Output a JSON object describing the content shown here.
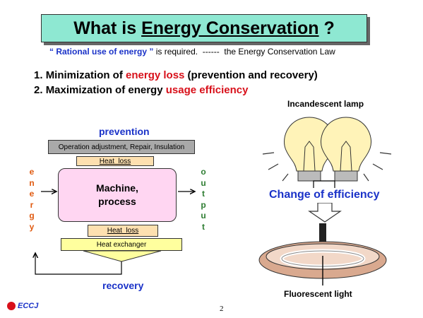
{
  "title": {
    "prefix": "What is ",
    "highlight": "Energy Conservation",
    "suffix": " ?"
  },
  "subtitle": {
    "quoted": "“ Rational use of energy ”",
    "rest": " is required.  ------  the Energy Conservation Law"
  },
  "points": [
    {
      "num": "1.",
      "text": "Minimization of ",
      "highlight": "energy loss",
      "rest": " (prevention and recovery)"
    },
    {
      "num": "2.",
      "text": "Maximization of energy ",
      "highlight": "usage efficiency",
      "rest": ""
    }
  ],
  "diagram": {
    "prevention_label": "prevention",
    "operation_box": "Operation adjustment,  Repair,  Insulation",
    "heat_loss_top": "Heat  loss",
    "machine_label": "Machine,\nprocess",
    "heat_loss_bottom": "Heat  loss",
    "heat_exchanger": "Heat exchanger",
    "recovery_label": "recovery",
    "energy_label": "e n e r g y",
    "output_label": "o u t p u t"
  },
  "lamps": {
    "incandescent_label": "Incandescent  lamp",
    "change_label": "Change of efficiency",
    "fluorescent_label": "Fluorescent light"
  },
  "footer": {
    "logo_text": "ECCJ",
    "page_number": "2"
  },
  "colors": {
    "title_bg": "#8ee8d2",
    "accent_red": "#d8101a",
    "accent_blue": "#1a32c8",
    "output_green": "#2e7d32",
    "energy_orange": "#e05a10"
  }
}
